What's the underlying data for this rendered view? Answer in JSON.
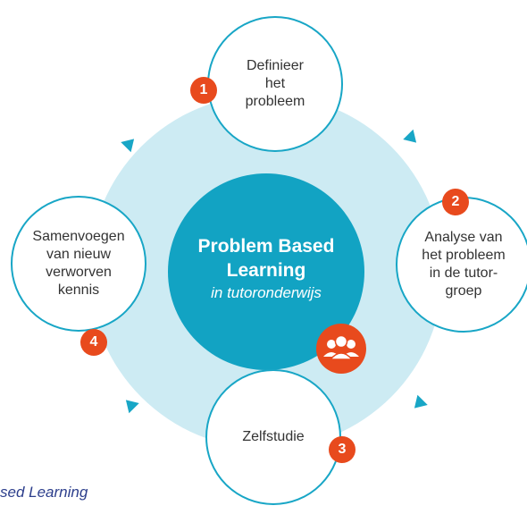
{
  "center": {
    "title": "Problem Based\nLearning",
    "subtitle": "in tutoronderwijs"
  },
  "steps": [
    {
      "number": "1",
      "label": "Definieer\nhet\nprobleem"
    },
    {
      "number": "2",
      "label": "Analyse van\nhet probleem\nin de tutor-\ngroep"
    },
    {
      "number": "3",
      "label": "Zelfstudie"
    },
    {
      "number": "4",
      "label": "Samenvoegen\nvan nieuw\nverworven\nkennis"
    }
  ],
  "caption": "sed Learning",
  "icons": {
    "group": "group-icon",
    "arrows": "cycle-arrow-icon"
  },
  "colors": {
    "ring": "#cdebf3",
    "center": "#12a3c3",
    "badge": "#e84a1d",
    "text": "#333333",
    "caption": "#2c3e8c"
  }
}
